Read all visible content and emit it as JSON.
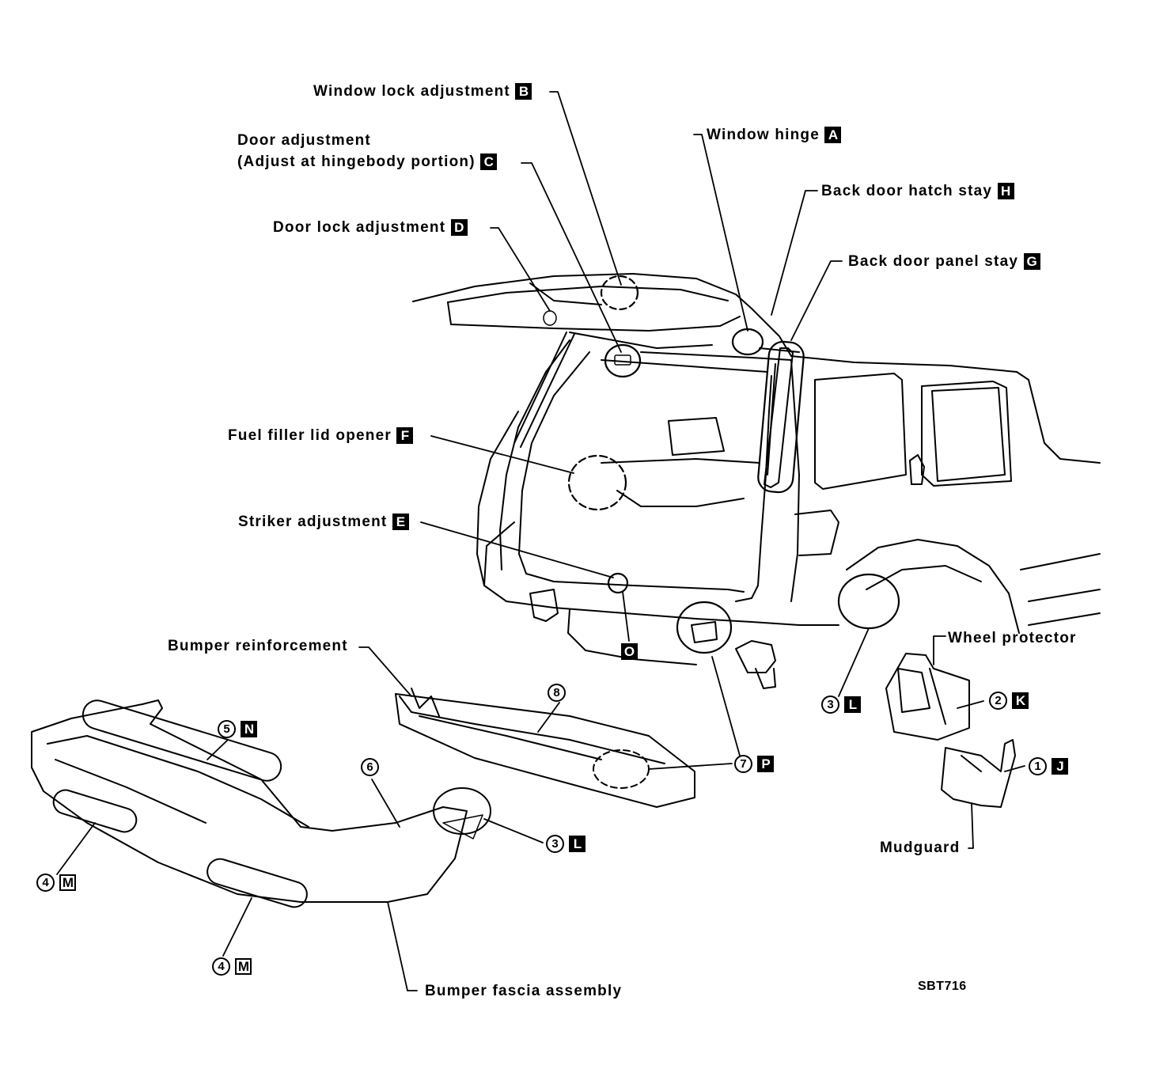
{
  "callouts": {
    "window_lock": {
      "text": "Window lock adjustment",
      "key": "B"
    },
    "door_adj_line1": {
      "text": "Door adjustment"
    },
    "door_adj_line2": {
      "text": "(Adjust at hingebody portion)",
      "key": "C"
    },
    "door_lock": {
      "text": "Door lock adjustment",
      "key": "D"
    },
    "window_hinge": {
      "text": "Window hinge",
      "key": "A"
    },
    "hatch_stay": {
      "text": "Back door hatch stay",
      "key": "H"
    },
    "panel_stay": {
      "text": "Back door panel stay",
      "key": "G"
    },
    "fuel_lid": {
      "text": "Fuel filler lid opener",
      "key": "F"
    },
    "striker": {
      "text": "Striker adjustment",
      "key": "E"
    },
    "o_marker": {
      "key": "O"
    },
    "bumper_reinf": {
      "text": "Bumper reinforcement"
    },
    "wheel_protector": {
      "text": "Wheel protector"
    },
    "mudguard": {
      "text": "Mudguard"
    },
    "bumper_fascia": {
      "text": "Bumper fascia assembly"
    },
    "part_3_rear": {
      "num": "3",
      "key": "L"
    },
    "part_2": {
      "num": "2",
      "key": "K"
    },
    "part_1": {
      "num": "1",
      "key": "J"
    },
    "part_8": {
      "num": "8"
    },
    "part_7": {
      "num": "7",
      "key": "P"
    },
    "part_5": {
      "num": "5",
      "key": "N"
    },
    "part_6": {
      "num": "6"
    },
    "part_3_front": {
      "num": "3",
      "key": "L"
    },
    "part_4_upper": {
      "num": "4",
      "key": "M"
    },
    "part_4_lower": {
      "num": "4",
      "key": "M"
    }
  },
  "figure_code": "SBT716"
}
